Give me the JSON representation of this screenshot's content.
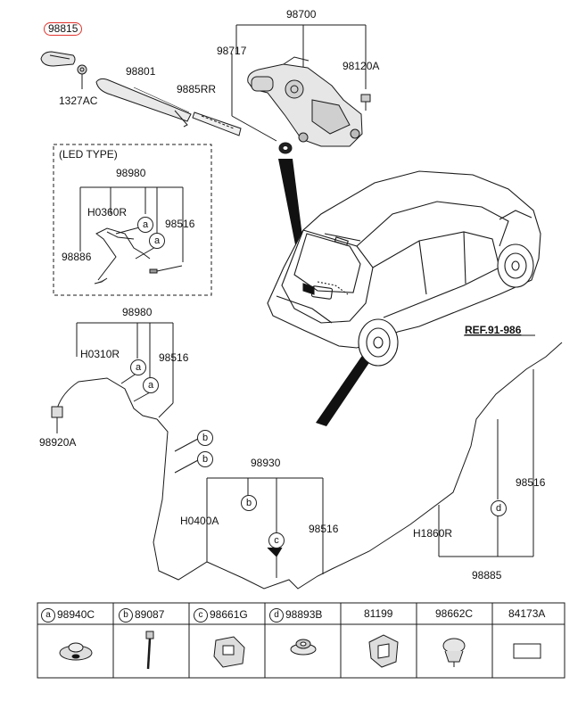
{
  "labels": {
    "p98815": "98815",
    "p1327AC": "1327AC",
    "p98801": "98801",
    "p9885RR": "9885RR",
    "p98700": "98700",
    "p98717": "98717",
    "p98120A": "98120A",
    "led_type": "(LED TYPE)",
    "led_98980": "98980",
    "led_H0360R": "H0360R",
    "led_98516": "98516",
    "led_98886": "98886",
    "m_98980": "98980",
    "m_H0310R": "H0310R",
    "m_98516": "98516",
    "m_98920A": "98920A",
    "b_98930": "98930",
    "b_H0400A": "H0400A",
    "b_98516": "98516",
    "r_98516": "98516",
    "r_H1860R": "H1860R",
    "r_98885": "98885",
    "ref": "REF.91-986"
  },
  "callouts": {
    "a": "a",
    "b": "b",
    "c": "c",
    "d": "d"
  },
  "legend": [
    {
      "letter": "a",
      "part": "98940C"
    },
    {
      "letter": "b",
      "part": "89087"
    },
    {
      "letter": "c",
      "part": "98661G"
    },
    {
      "letter": "d",
      "part": "98893B"
    },
    {
      "letter": "",
      "part": "81199"
    },
    {
      "letter": "",
      "part": "98662C"
    },
    {
      "letter": "",
      "part": "84173A"
    }
  ],
  "colors": {
    "highlight": "#e0332d",
    "line": "#1a1a1a"
  }
}
